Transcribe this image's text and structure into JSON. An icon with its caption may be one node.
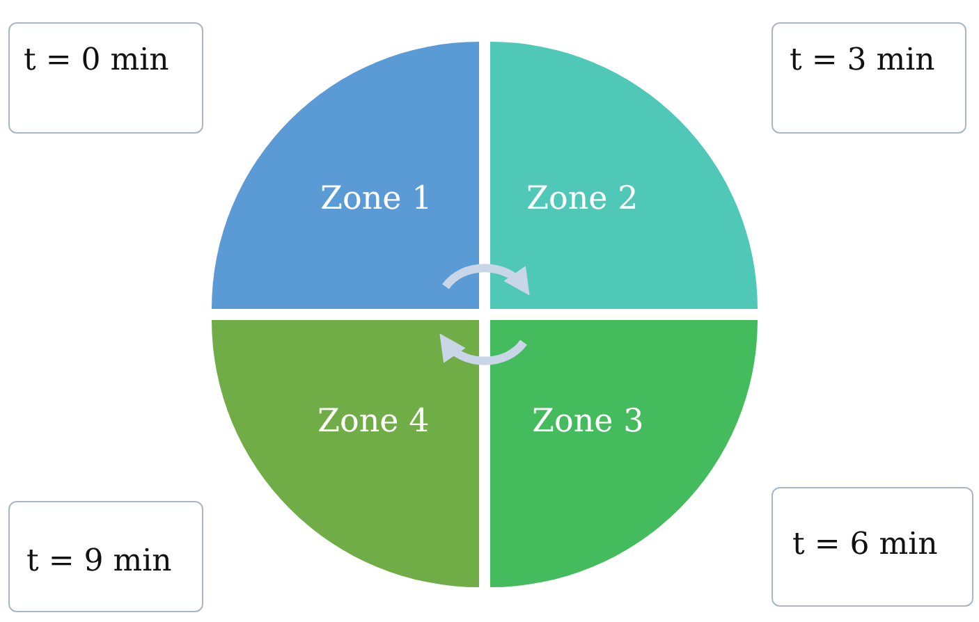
{
  "diagram": {
    "nodes": [
      {
        "text": [
          "t = 0 min"
        ]
      },
      {
        "text": [
          "t = 3 min"
        ]
      },
      {
        "text": [
          "Zone 1"
        ]
      },
      {
        "text": [
          "Zone 2"
        ]
      },
      {
        "text": [
          "Zone 4"
        ]
      },
      {
        "text": [
          "Zone 3"
        ]
      },
      {
        "text": [
          "t = 9 min"
        ]
      },
      {
        "text": [
          "t = 6 min"
        ]
      }
    ],
    "edges": [
      {
        "from": 2,
        "to": 3,
        "arrow": "to"
      },
      {
        "from": 5,
        "to": 4,
        "arrow": "to"
      }
    ]
  }
}
